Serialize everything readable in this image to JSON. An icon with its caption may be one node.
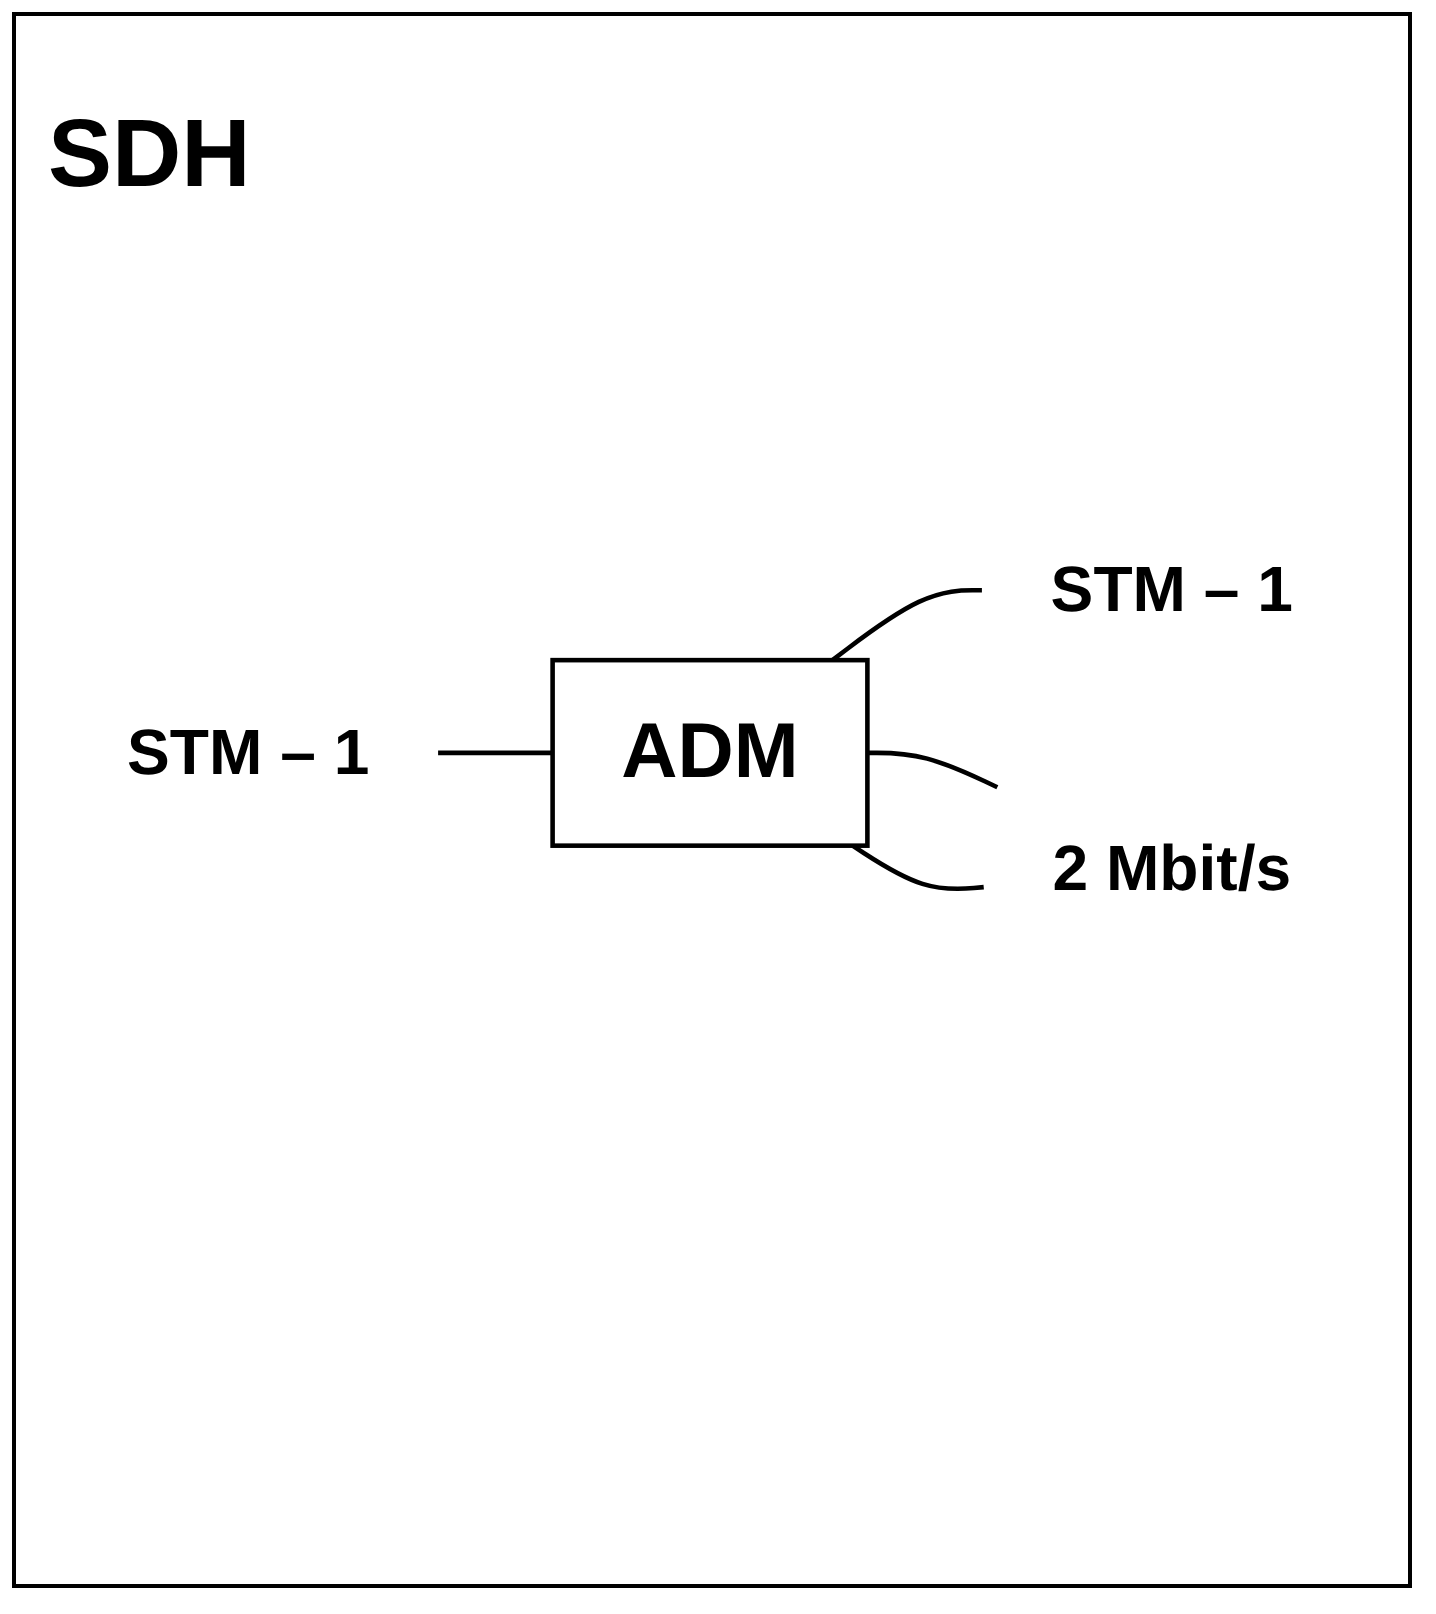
{
  "diagram": {
    "title": "SDH",
    "nodes": [
      {
        "text": [
          "STM – 1"
        ]
      },
      {
        "text": [
          "ADM"
        ]
      },
      {
        "text": [
          "STM – 1"
        ]
      },
      {
        "text": [
          "2 Mbit/s"
        ]
      }
    ],
    "edges": [
      {
        "from": 0,
        "to": 1,
        "arrow": "none"
      },
      {
        "from": 1,
        "to": 2,
        "arrow": "none"
      },
      {
        "from": 1,
        "to": 3,
        "arrow": "none"
      },
      {
        "from": 1,
        "to": 3,
        "arrow": "none"
      }
    ]
  }
}
